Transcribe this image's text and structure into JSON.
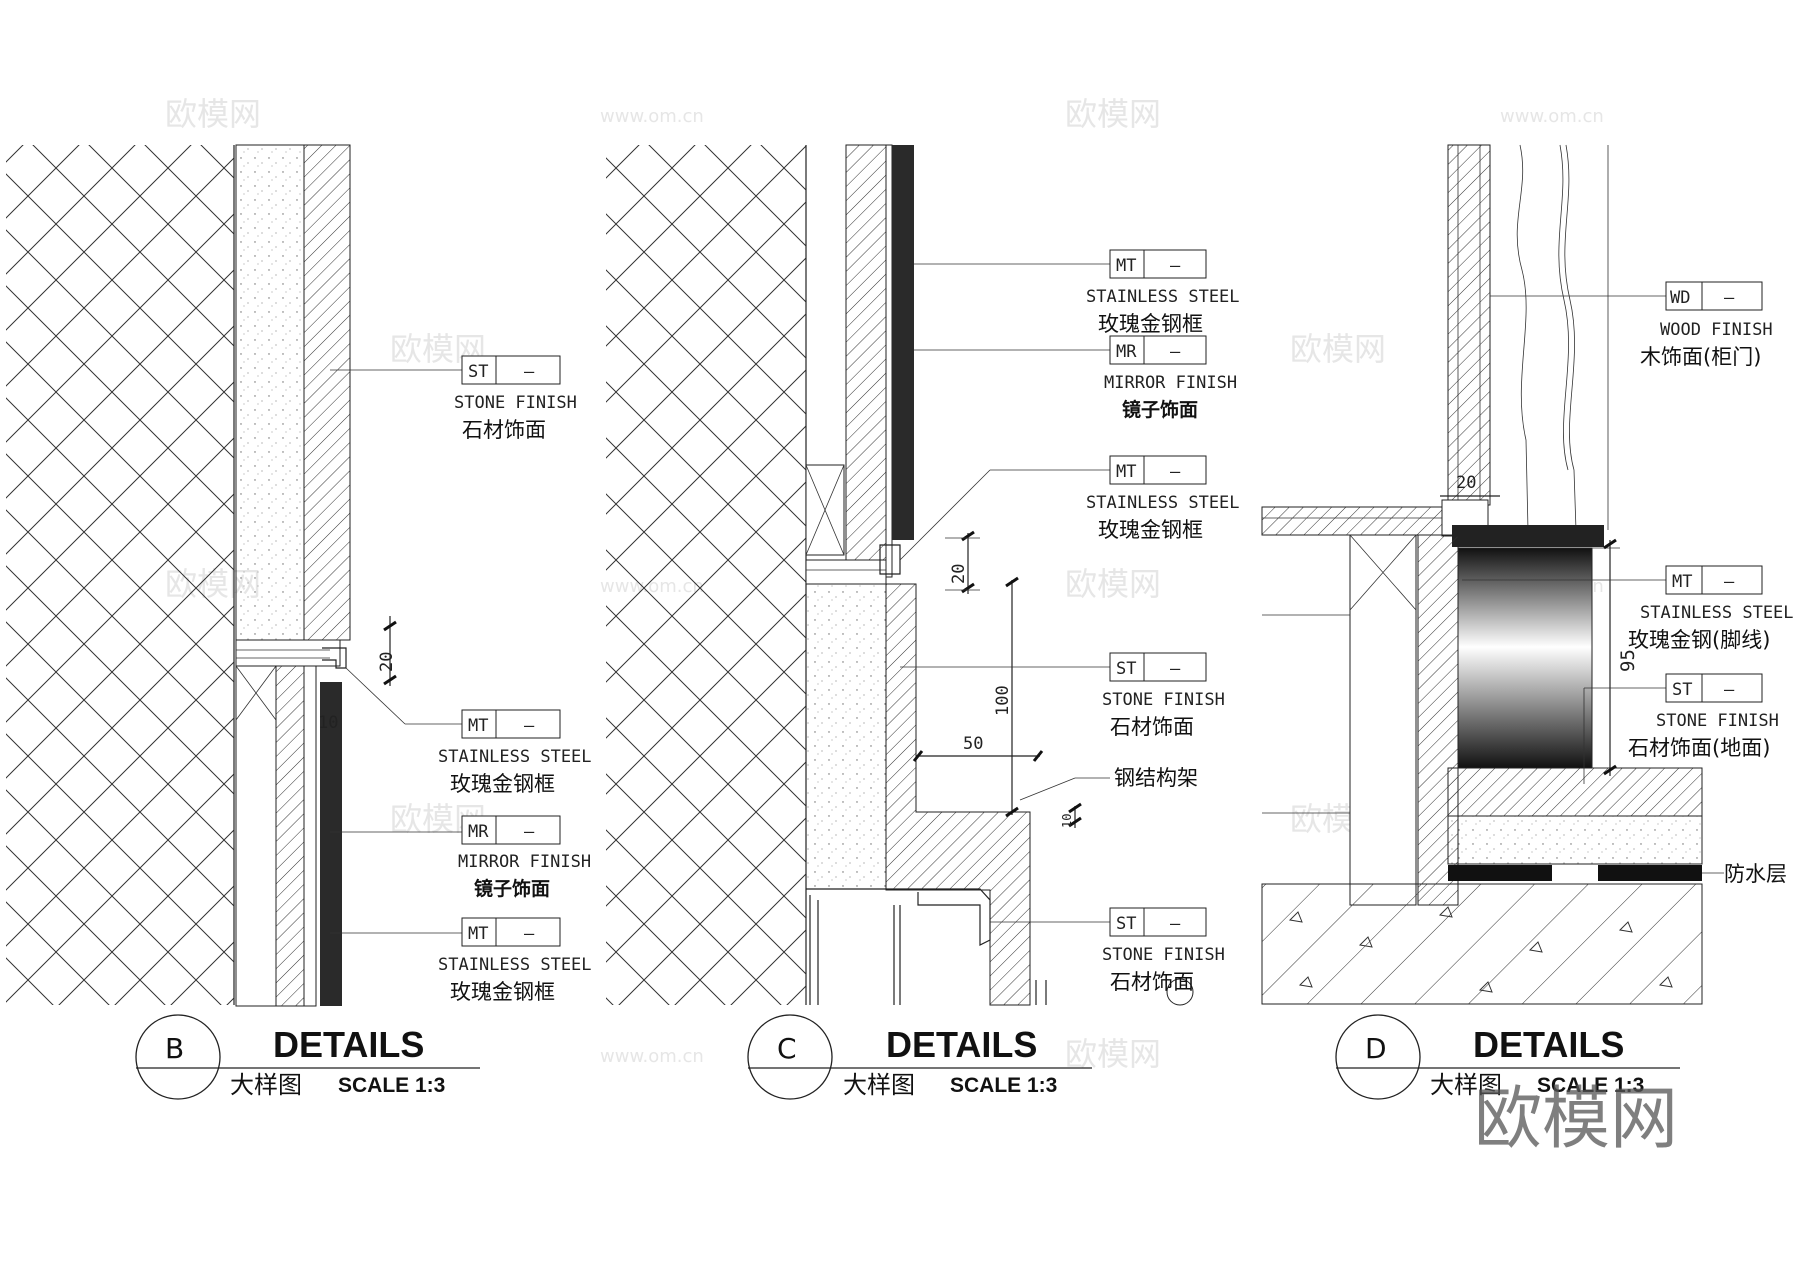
{
  "details": [
    {
      "id": "B",
      "title": "DETAILS",
      "subtitle": "大样图",
      "scale": "SCALE  1:3",
      "tags": [
        {
          "code": "ST",
          "suffix": "–",
          "en": "STONE FINISH",
          "cn": "石材饰面"
        },
        {
          "code": "MT",
          "suffix": "–",
          "en": "STAINLESS STEEL",
          "cn": "玫瑰金钢框"
        },
        {
          "code": "MR",
          "suffix": "–",
          "en": "MIRROR FINISH",
          "cn": "镜子饰面"
        },
        {
          "code": "MT",
          "suffix": "–",
          "en": "STAINLESS STEEL",
          "cn": "玫瑰金钢框"
        }
      ],
      "dims": [
        "20",
        "10"
      ]
    },
    {
      "id": "C",
      "title": "DETAILS",
      "subtitle": "大样图",
      "scale": "SCALE  1:3",
      "tags": [
        {
          "code": "MT",
          "suffix": "–",
          "en": "STAINLESS STEEL",
          "cn": "玫瑰金钢框"
        },
        {
          "code": "MR",
          "suffix": "–",
          "en": "MIRROR FINISH",
          "cn": "镜子饰面"
        },
        {
          "code": "MT",
          "suffix": "–",
          "en": "STAINLESS STEEL",
          "cn": "玫瑰金钢框"
        },
        {
          "code": "ST",
          "suffix": "–",
          "en": "STONE FINISH",
          "cn": "石材饰面"
        },
        {
          "code": "ST",
          "suffix": "–",
          "en": "STONE FINISH",
          "cn": "石材饰面"
        }
      ],
      "note": "钢结构架",
      "dims": [
        "20",
        "100",
        "50",
        "10"
      ]
    },
    {
      "id": "D",
      "title": "DETAILS",
      "subtitle": "大样图",
      "scale": "SCALE  1:3",
      "tags": [
        {
          "code": "WD",
          "suffix": "–",
          "en": "WOOD FINISH",
          "cn": "木饰面(柜门)"
        },
        {
          "code": "MT",
          "suffix": "–",
          "en": "STAINLESS STEEL",
          "cn": "玫瑰金钢(脚线)"
        },
        {
          "code": "ST",
          "suffix": "–",
          "en": "STONE FINISH",
          "cn": "石材饰面(地面)"
        }
      ],
      "note": "防水层",
      "dims": [
        "20",
        "95"
      ]
    }
  ],
  "watermark": {
    "brand": "欧模网",
    "url": "www.om.cn"
  }
}
